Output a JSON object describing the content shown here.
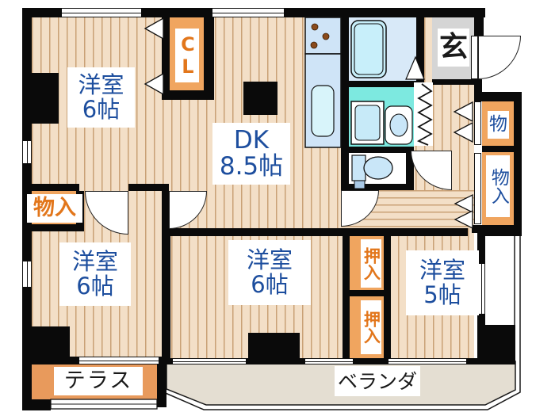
{
  "rooms": {
    "room_top_left": {
      "name": "洋室",
      "size": "6帖"
    },
    "dining_kitchen": {
      "name": "DK",
      "size": "8.5帖"
    },
    "room_bottom_left": {
      "name": "洋室",
      "size": "6帖"
    },
    "room_bottom_mid": {
      "name": "洋室",
      "size": "6帖"
    },
    "room_bottom_right": {
      "name": "洋室",
      "size": "5帖"
    }
  },
  "storage": {
    "closet_cl": "CL",
    "storage_right_small": "物",
    "storage_right_large": "物入",
    "storage_left": "物入",
    "oshiire_upper": "押入",
    "oshiire_lower": "押入"
  },
  "entrance_label": "玄",
  "outdoor": {
    "terrace": "テラス",
    "veranda": "ベランダ"
  },
  "palette": {
    "wall": "#0a0a0a",
    "wood_floor": "#f3dfc7",
    "wood_stripe": "#c9a176",
    "closet_orange": "#f0a55f",
    "orange_text": "#e2761b",
    "blue_text": "#1d4e9e",
    "washroom_teal": "#7de9e0",
    "fixture_blue": "#cfe4f7",
    "bath_floor": "#d8e9f8",
    "entrance_gray": "#d5d5d5",
    "terrace_orange": "#e89a5c",
    "veranda_gray": "#e4ded2"
  }
}
